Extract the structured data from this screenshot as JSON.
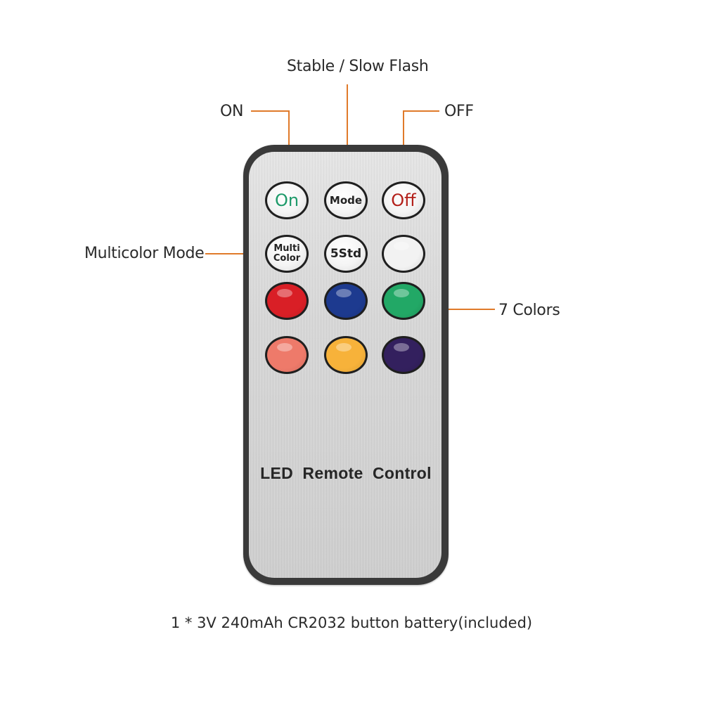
{
  "annotations": {
    "stable_slow_flash": "Stable / Slow Flash",
    "on": "ON",
    "off": "OFF",
    "multicolor_mode": "Multicolor Mode",
    "seven_colors": "7 Colors"
  },
  "remote": {
    "buttons": {
      "on": "On",
      "mode": "Mode",
      "off": "Off",
      "multi_line1": "Multi",
      "multi_line2": "Color",
      "std": "5Std"
    },
    "color_buttons": [
      {
        "name": "white",
        "color": "#f2f2f2"
      },
      {
        "name": "red",
        "color": "#d91f26"
      },
      {
        "name": "blue",
        "color": "#1d3a8f"
      },
      {
        "name": "green",
        "color": "#22a866"
      },
      {
        "name": "salmon",
        "color": "#ee7a6a"
      },
      {
        "name": "amber",
        "color": "#f7b23a"
      },
      {
        "name": "purple",
        "color": "#33205e"
      }
    ],
    "brand_label": "LED  Remote  Control"
  },
  "caption": "1 * 3V 240mAh CR2032 button battery(included)",
  "colors": {
    "leader_line": "#e07a2a",
    "remote_frame": "#3a3a3a",
    "remote_face": "#dcdcdc"
  }
}
